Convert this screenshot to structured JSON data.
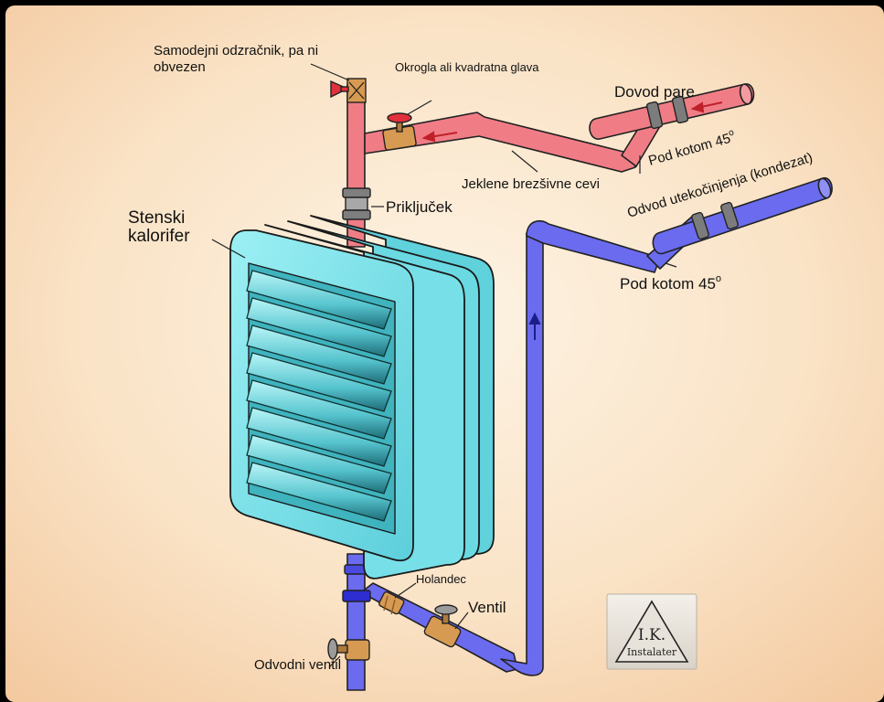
{
  "colors": {
    "steam_pipe": "#f07d86",
    "condensate_pipe": "#6b6bef",
    "heater_body": "#6fdde6",
    "background": "#f7d6b4",
    "background_center": "#fcefdc"
  },
  "labels": {
    "air_vent": "Samodejni odzračnik, pa ni",
    "air_vent_2": "obvezen",
    "valve_head": "Okrogla ali kvadratna glava",
    "steam_supply": "Dovod pare",
    "angle_top": "Pod kotom 45",
    "angle_top_sup": "o",
    "steel_pipes": "Jeklene brezšivne cevi",
    "connector": "Priključek",
    "condensate_outlet": "Odvod utekočinjenja (kondezat)",
    "heater": "Stenski",
    "heater_2": "kalorifer",
    "angle_bottom": "Pod kotom 45",
    "angle_bottom_sup": "o",
    "union": "Holandec",
    "valve": "Ventil",
    "drain_valve": "Odvodni ventil"
  },
  "logo": {
    "initials": "I.K.",
    "name": "Instalater"
  }
}
